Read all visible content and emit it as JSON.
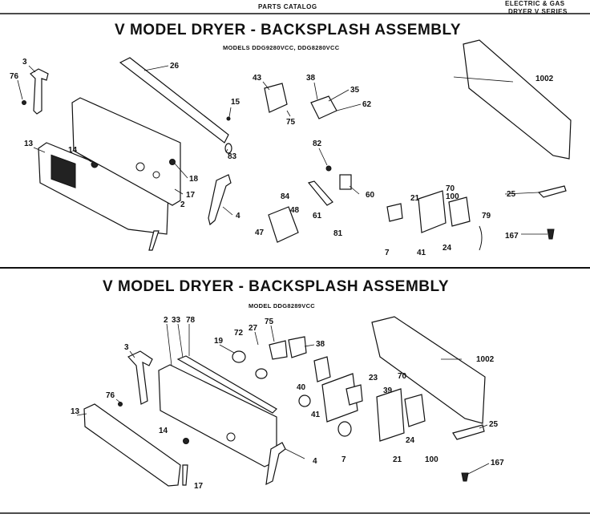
{
  "header": {
    "catalog": "PARTS CATALOG",
    "category_line1": "ELECTRIC & GAS",
    "category_line2": "DRYER V SERIES"
  },
  "top_section": {
    "title": "V MODEL DRYER - BACKSPLASH ASSEMBLY",
    "models": "MODELS DDG9280VCC, DDG8280VCC",
    "callouts": [
      "3",
      "76",
      "26",
      "13",
      "14",
      "15",
      "83",
      "18",
      "17",
      "2",
      "4",
      "43",
      "38",
      "35",
      "62",
      "75",
      "82",
      "84",
      "48",
      "47",
      "61",
      "81",
      "60",
      "70",
      "21",
      "100",
      "79",
      "41",
      "7",
      "24",
      "1002",
      "25",
      "167"
    ]
  },
  "bottom_section": {
    "title": "V MODEL DRYER - BACKSPLASH ASSEMBLY",
    "models": "MODEL DDG8289VCC",
    "callouts": [
      "2",
      "33",
      "78",
      "3",
      "72",
      "27",
      "75",
      "38",
      "19",
      "40",
      "23",
      "70",
      "39",
      "76",
      "13",
      "14",
      "17",
      "4",
      "7",
      "21",
      "24",
      "100",
      "1002",
      "25",
      "167",
      "41"
    ]
  }
}
